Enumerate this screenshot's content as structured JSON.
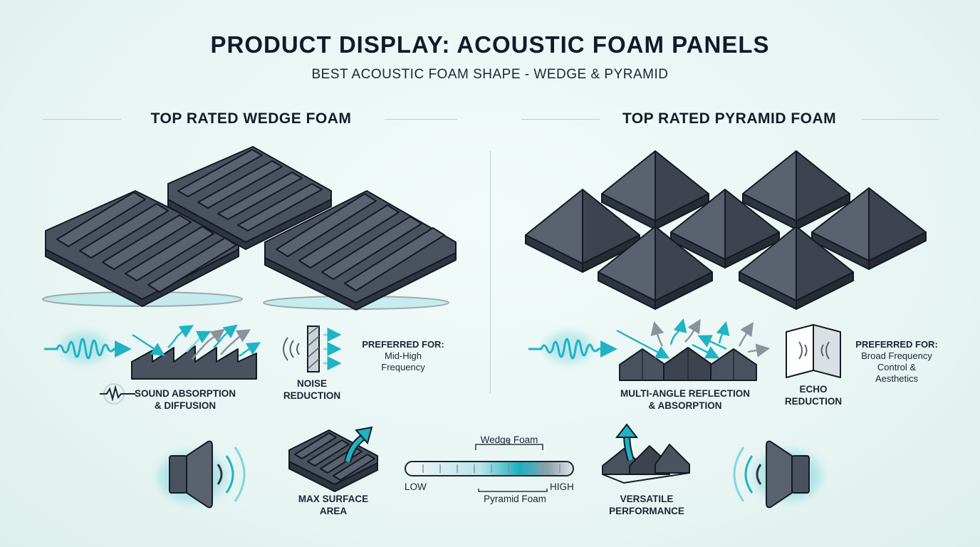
{
  "header": {
    "title": "PRODUCT DISPLAY: ACOUSTIC FOAM PANELS",
    "subtitle": "BEST ACOUSTIC FOAM SHAPE - WEDGE & PYRAMID"
  },
  "wedge": {
    "heading": "TOP RATED WEDGE FOAM",
    "absorption_label": [
      "SOUND ABSORPTION",
      "& DIFFUSION"
    ],
    "noise_label": [
      "NOISE",
      "REDUCTION"
    ],
    "preferred_heading": "PREFERRED FOR:",
    "preferred_text": [
      "Mid-High",
      "Frequency"
    ]
  },
  "pyramid": {
    "heading": "TOP RATED PYRAMID FOAM",
    "reflection_label": [
      "MULTI-ANGLE REFLECTION",
      "& ABSORPTION"
    ],
    "echo_label": [
      "ECHO",
      "REDUCTION"
    ],
    "preferred_heading": "PREFERRED FOR:",
    "preferred_text": [
      "Broad Frequency",
      "Control &",
      "Aesthetics"
    ]
  },
  "bottom": {
    "surface_label": [
      "MAX SURFACE",
      "AREA"
    ],
    "versatile_label": [
      "VERSATILE",
      "PERFORMANCE"
    ],
    "scale": {
      "top_label": "Wedge Foam",
      "bottom_label": "Pyramid Foam",
      "low": "LOW",
      "high": "HIGH"
    }
  },
  "colors": {
    "foam": "#4a5260",
    "foam_dark": "#2f3540",
    "outline": "#141a24",
    "accent": "#1fb3c4",
    "accent_light": "#7fd6df"
  },
  "icons": [
    "sound-wave-icon",
    "speaker-icon",
    "arrow-icon",
    "panel-icon"
  ]
}
